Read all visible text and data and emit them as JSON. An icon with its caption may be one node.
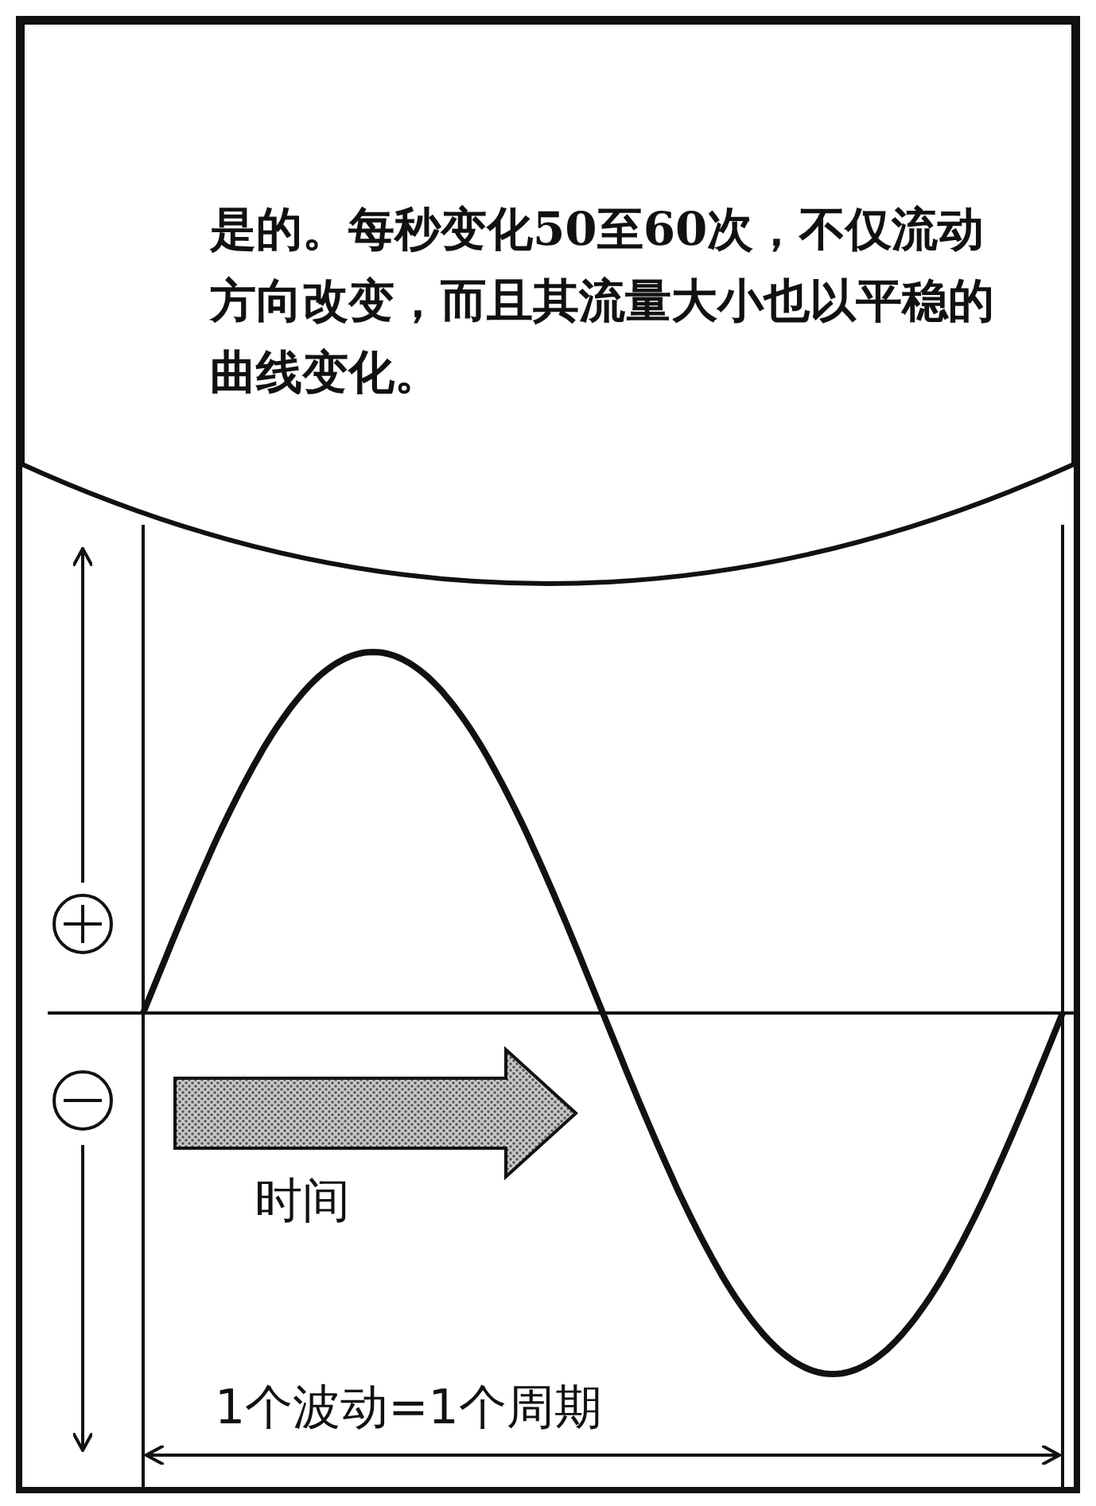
{
  "diagram": {
    "nodes": [
      {
        "text": [
          "是的。每秒变化50至60次，不仅流动方向改变，而且其流量大小也以平稳的曲线变化。"
        ]
      }
    ],
    "labels": [
      "时间",
      "1个波动=1个周期"
    ]
  }
}
